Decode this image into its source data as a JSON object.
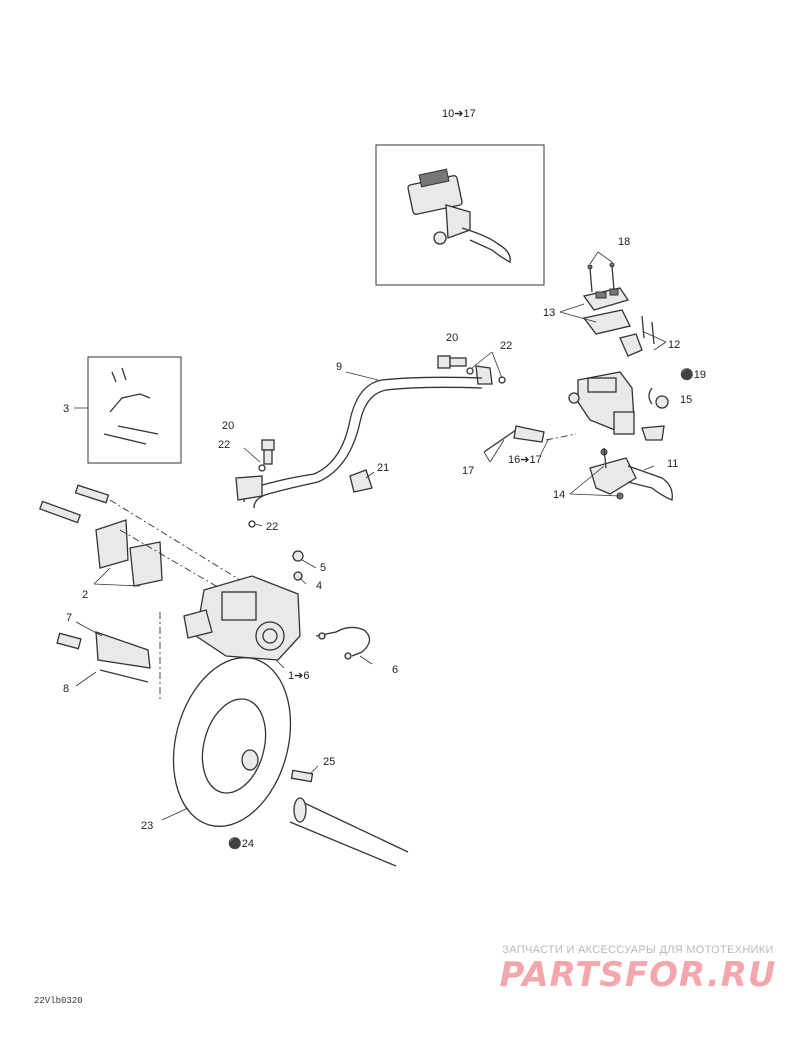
{
  "callouts": {
    "c1": "10➔17",
    "c2": "18",
    "c3": "13",
    "c4": "12",
    "c5": "20",
    "c6": "22",
    "c7": "9",
    "c8": "⚫19",
    "c9": "15",
    "c10": "3",
    "c11": "20",
    "c12": "22",
    "c13": "21",
    "c14": "17",
    "c15": "16➔17",
    "c16": "11",
    "c17": "14",
    "c18": "22",
    "c19": "5",
    "c20": "4",
    "c21": "2",
    "c22": "7",
    "c23": "1➔6",
    "c24": "6",
    "c25": "8",
    "c26": "25",
    "c27": "23",
    "c28": "⚫24"
  },
  "watermark": {
    "caption": "ЗАПЧАСТИ И АКСЕССУАРЫ ДЛЯ МОТОТЕХНИКИ",
    "logo": "PARTSFOR.RU"
  },
  "drawing_id": "22Vlb0320"
}
